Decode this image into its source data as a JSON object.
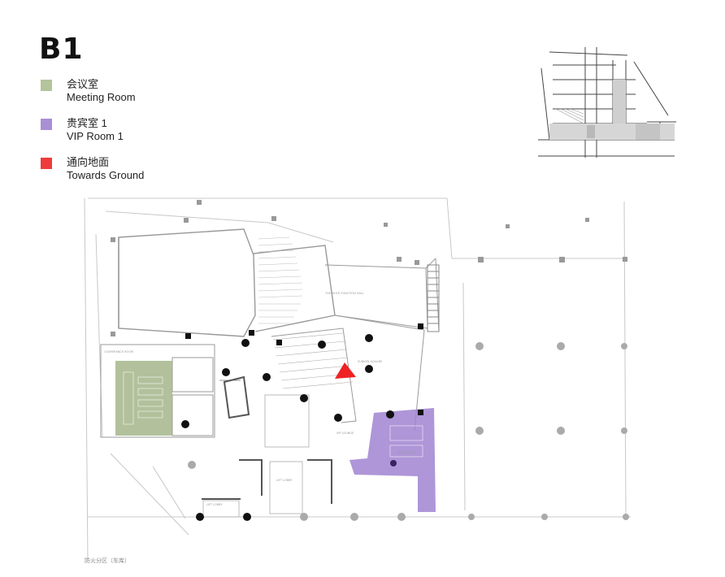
{
  "level": "B1",
  "legend": {
    "items": [
      {
        "zh": "会议室",
        "en": "Meeting Room",
        "color": "#b4c49c"
      },
      {
        "zh": "贵宾室 1",
        "en": "VIP Room 1",
        "color": "#a98fd4"
      },
      {
        "zh": "通向地面",
        "en": "Towards Ground",
        "color": "#ef3b3b"
      }
    ]
  },
  "plan": {
    "colors": {
      "meeting": "#9fb283",
      "vip": "#9c7fd0",
      "ground_arrow": "#ee2222"
    },
    "footer_label": "防火分区（车库）"
  }
}
